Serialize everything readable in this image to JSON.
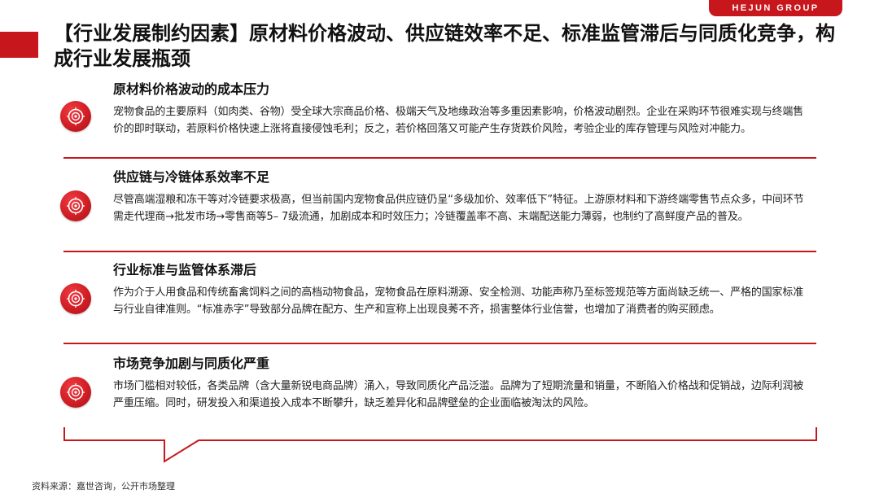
{
  "brand": {
    "text": "HEJUN GROUP"
  },
  "page": {
    "title": "【行业发展制约因素】原材料价格波动、供应链效率不足、标准监管滞后与同质化竞争，构成行业发展瓶颈"
  },
  "items": [
    {
      "title": "原材料价格波动的成本压力",
      "desc": "宠物食品的主要原料（如肉类、谷物）受全球大宗商品价格、极端天气及地缘政治等多重因素影响，价格波动剧烈。企业在采购环节很难实现与终端售价的即时联动，若原料价格快速上涨将直接侵蚀毛利；反之，若价格回落又可能产生存货跌价风险，考验企业的库存管理与风险对冲能力。",
      "icon": "target-icon"
    },
    {
      "title": "供应链与冷链体系效率不足",
      "desc": "尽管高端湿粮和冻干等对冷链要求极高，但当前国内宠物食品供应链仍呈“多级加价、效率低下”特征。上游原材料和下游终端零售节点众多，中间环节需走代理商→批发市场→零售商等5– 7级流通，加剧成本和时效压力；冷链覆盖率不高、末端配送能力薄弱，也制约了高鲜度产品的普及。",
      "icon": "target-icon"
    },
    {
      "title": "行业标准与监管体系滞后",
      "desc": "作为介于人用食品和传统畜禽饲料之间的高档动物食品，宠物食品在原料溯源、安全检测、功能声称乃至标签规范等方面尚缺乏统一、严格的国家标准与行业自律准则。“标准赤字”导致部分品牌在配方、生产和宣称上出现良莠不齐，损害整体行业信誉，也增加了消费者的购买顾虑。",
      "icon": "target-icon"
    },
    {
      "title": "市场竞争加剧与同质化严重",
      "desc": "市场门槛相对较低，各类品牌（含大量新锐电商品牌）涌入，导致同质化产品泛滥。品牌为了短期流量和销量，不断陷入价格战和促销战，边际利润被严重压缩。同时，研发投入和渠道投入成本不断攀升，缺乏差异化和品牌壁垒的企业面临被淘汰的风险。",
      "icon": "target-icon"
    }
  ],
  "footer": {
    "source": "资料来源：嘉世咨询，公开市场整理"
  },
  "colors": {
    "accent": "#c8161d"
  }
}
